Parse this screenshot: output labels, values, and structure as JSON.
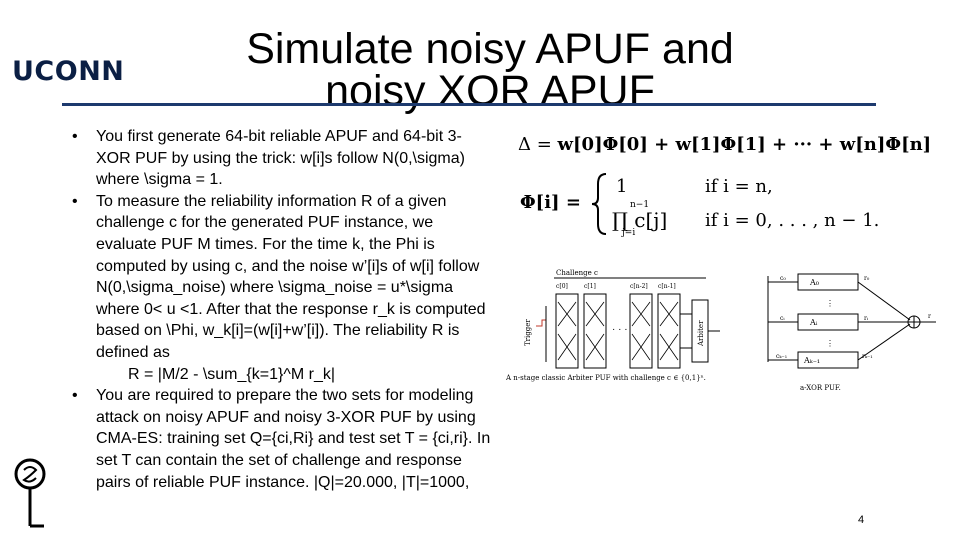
{
  "logo": {
    "text": "UCONN"
  },
  "title": {
    "line1": "Simulate noisy APUF and",
    "line2": "noisy XOR APUF"
  },
  "bullets": [
    {
      "text": "You first generate 64-bit reliable APUF and 64-bit 3-XOR PUF by using the trick: w[i]s follow N(0,\\sigma) where \\sigma = 1."
    },
    {
      "text": "To measure the reliability information R of a given challenge c for the generated PUF instance, we evaluate PUF M times. For the time k, the Phi is computed by using c, and the noise w’[i]s of w[i] follow N(0,\\sigma_noise) where \\sigma_noise = u*\\sigma where 0< u <1. After that the response r_k is computed based on \\Phi, w_k[i]=(w[i]+w’[i]). The reliability R is defined as",
      "formula": "R = |M/2 - \\sum_{k=1}^M r_k|"
    },
    {
      "text": "You are required to prepare the two sets for modeling attack on noisy APUF and noisy 3-XOR PUF by using CMA-ES: training set Q={ci,Ri} and test set T = {ci,ri}. In set T can contain the set of challenge and response pairs of reliable PUF instance.  |Q|=20.000, |T|=1000,"
    }
  ],
  "equations": {
    "delta_lhs": "Δ =",
    "delta_rhs": "w[0]Φ[0] + w[1]Φ[1] + ··· + w[n]Φ[n]",
    "phi_lhs": "Φ[i] =",
    "case1_val": "1",
    "case1_cond": "if i = n,",
    "case2_val": "∏ c[j]",
    "case2_cond": "if i = 0, . . . , n − 1.",
    "prod_upper": "n−1",
    "prod_lower": "j=i"
  },
  "arbiter_diagram": {
    "challenge_label": "Challenge c",
    "trigger_label": "Trigger",
    "arbiter_label": "Arbiter",
    "stage_labels": [
      "c[0]",
      "c[1]",
      "c[n-2]",
      "c[n-1]"
    ],
    "caption": "A n-stage classic Arbiter PUF with challenge c ∈ {0,1}ⁿ."
  },
  "xor_diagram": {
    "puf_labels": [
      "A₀",
      "Aᵢ",
      "Aₖ₋₁"
    ],
    "input_labels": [
      "c₀",
      "cᵢ",
      "cₖ₋₁"
    ],
    "output_labels": [
      "r₀",
      "rᵢ",
      "rₖ₋₁"
    ],
    "result_label": "r",
    "caption": "a-XOR PUF."
  },
  "page_number": "4",
  "colors": {
    "rule": "#1d3a6e",
    "logo": "#0b1f44",
    "accent": "#c0392b"
  }
}
